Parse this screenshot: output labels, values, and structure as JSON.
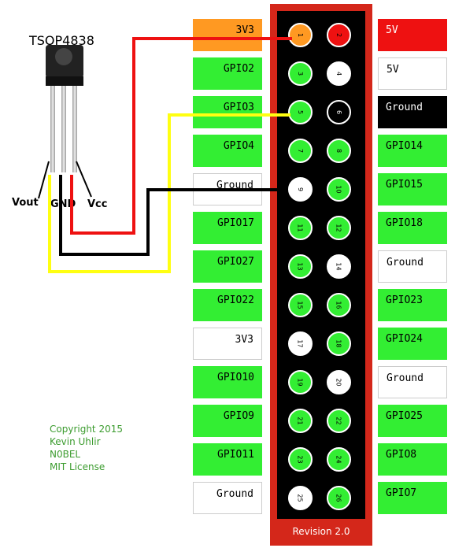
{
  "sensor": {
    "title": "TSOP4838",
    "pins": {
      "vout": "Vout",
      "gnd": "GND",
      "vcc": "Vcc"
    }
  },
  "board": {
    "revision": "Revision 2.0"
  },
  "left_labels": [
    "3V3",
    "GPIO2",
    "GPIO3",
    "GPIO4",
    "Ground",
    "GPIO17",
    "GPIO27",
    "GPIO22",
    "3V3",
    "GPIO10",
    "GPIO9",
    "GPIO11",
    "Ground"
  ],
  "right_labels": [
    "5V",
    "5V",
    "Ground",
    "GPIO14",
    "GPIO15",
    "GPIO18",
    "Ground",
    "GPIO23",
    "GPIO24",
    "Ground",
    "GPIO25",
    "GPIO8",
    "GPIO7"
  ],
  "odd_pins": [
    "1",
    "3",
    "5",
    "7",
    "9",
    "11",
    "13",
    "15",
    "17",
    "19",
    "21",
    "23",
    "25"
  ],
  "even_pins": [
    "2",
    "4",
    "6",
    "8",
    "10",
    "12",
    "14",
    "16",
    "18",
    "20",
    "22",
    "24",
    "26"
  ],
  "copyright": [
    "Copyright 2015",
    "Kevin Uhlir",
    "N0BEL",
    "MIT License"
  ],
  "colors": {
    "gpio": "#33ee33",
    "power_3v3": "#ff9922",
    "power_5v": "#ee1111",
    "ground": "#000000",
    "wire_red": "#ee1111",
    "wire_yellow": "#ffff11",
    "wire_black": "#000000",
    "board_red": "#d4271a"
  }
}
